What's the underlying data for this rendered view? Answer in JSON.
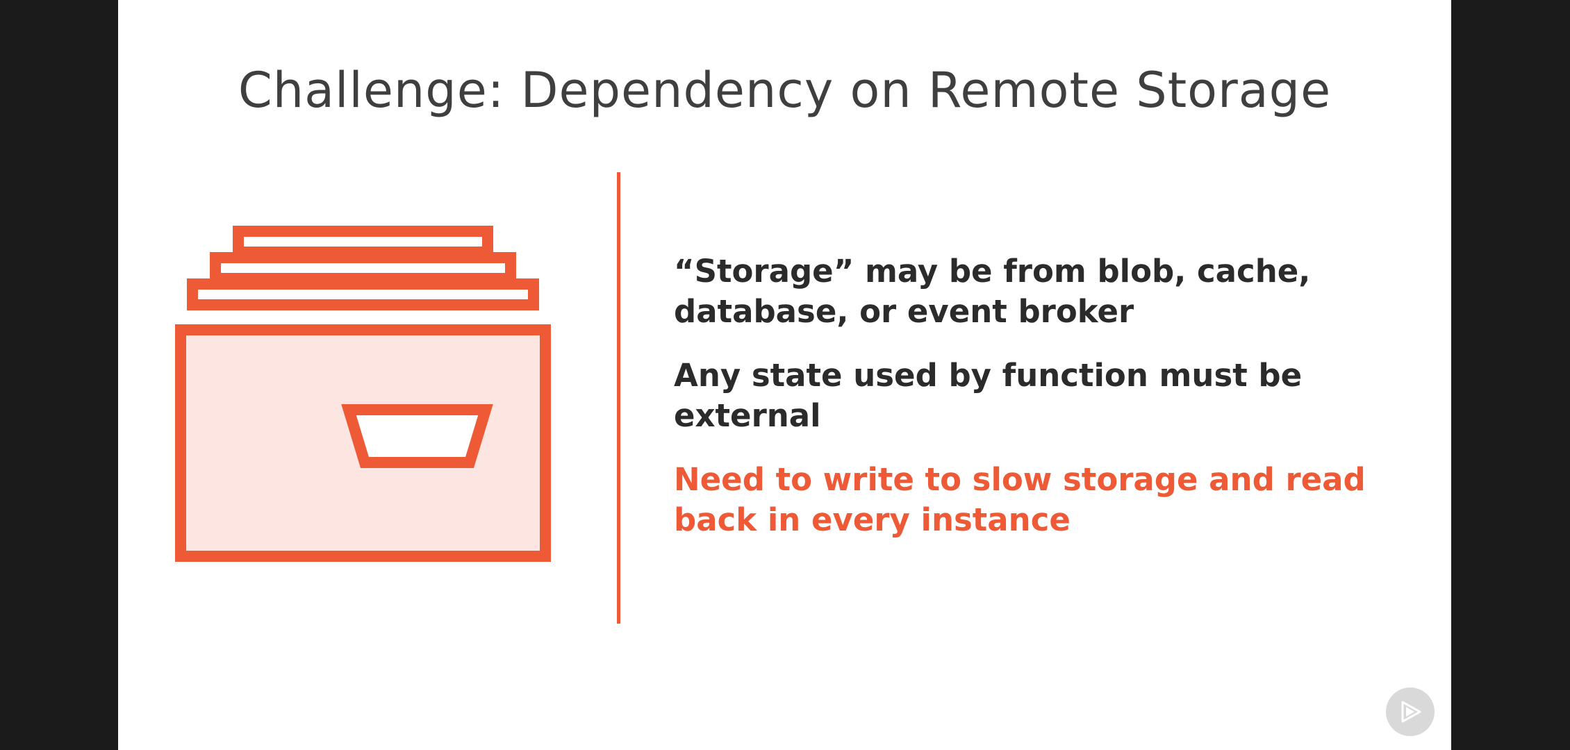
{
  "slide": {
    "title": "Challenge: Dependency on Remote Storage",
    "illustration_icon": "file-cabinet-drawer-icon",
    "bullets": [
      "“Storage” may be from blob, cache, database, or event broker",
      "Any state used by function must be external",
      "Need to write to slow storage and read back in every instance"
    ],
    "highlighted_bullet_index": 2
  },
  "player": {
    "badge_icon": "pluralsight-play-icon"
  },
  "colors": {
    "accent": "#ee5a35",
    "accent_fill": "#fde6e1",
    "title_text": "#3f3f3f",
    "body_text": "#2b2b2b",
    "letterbox": "#1b1b1b",
    "slide_background": "#ffffff"
  }
}
